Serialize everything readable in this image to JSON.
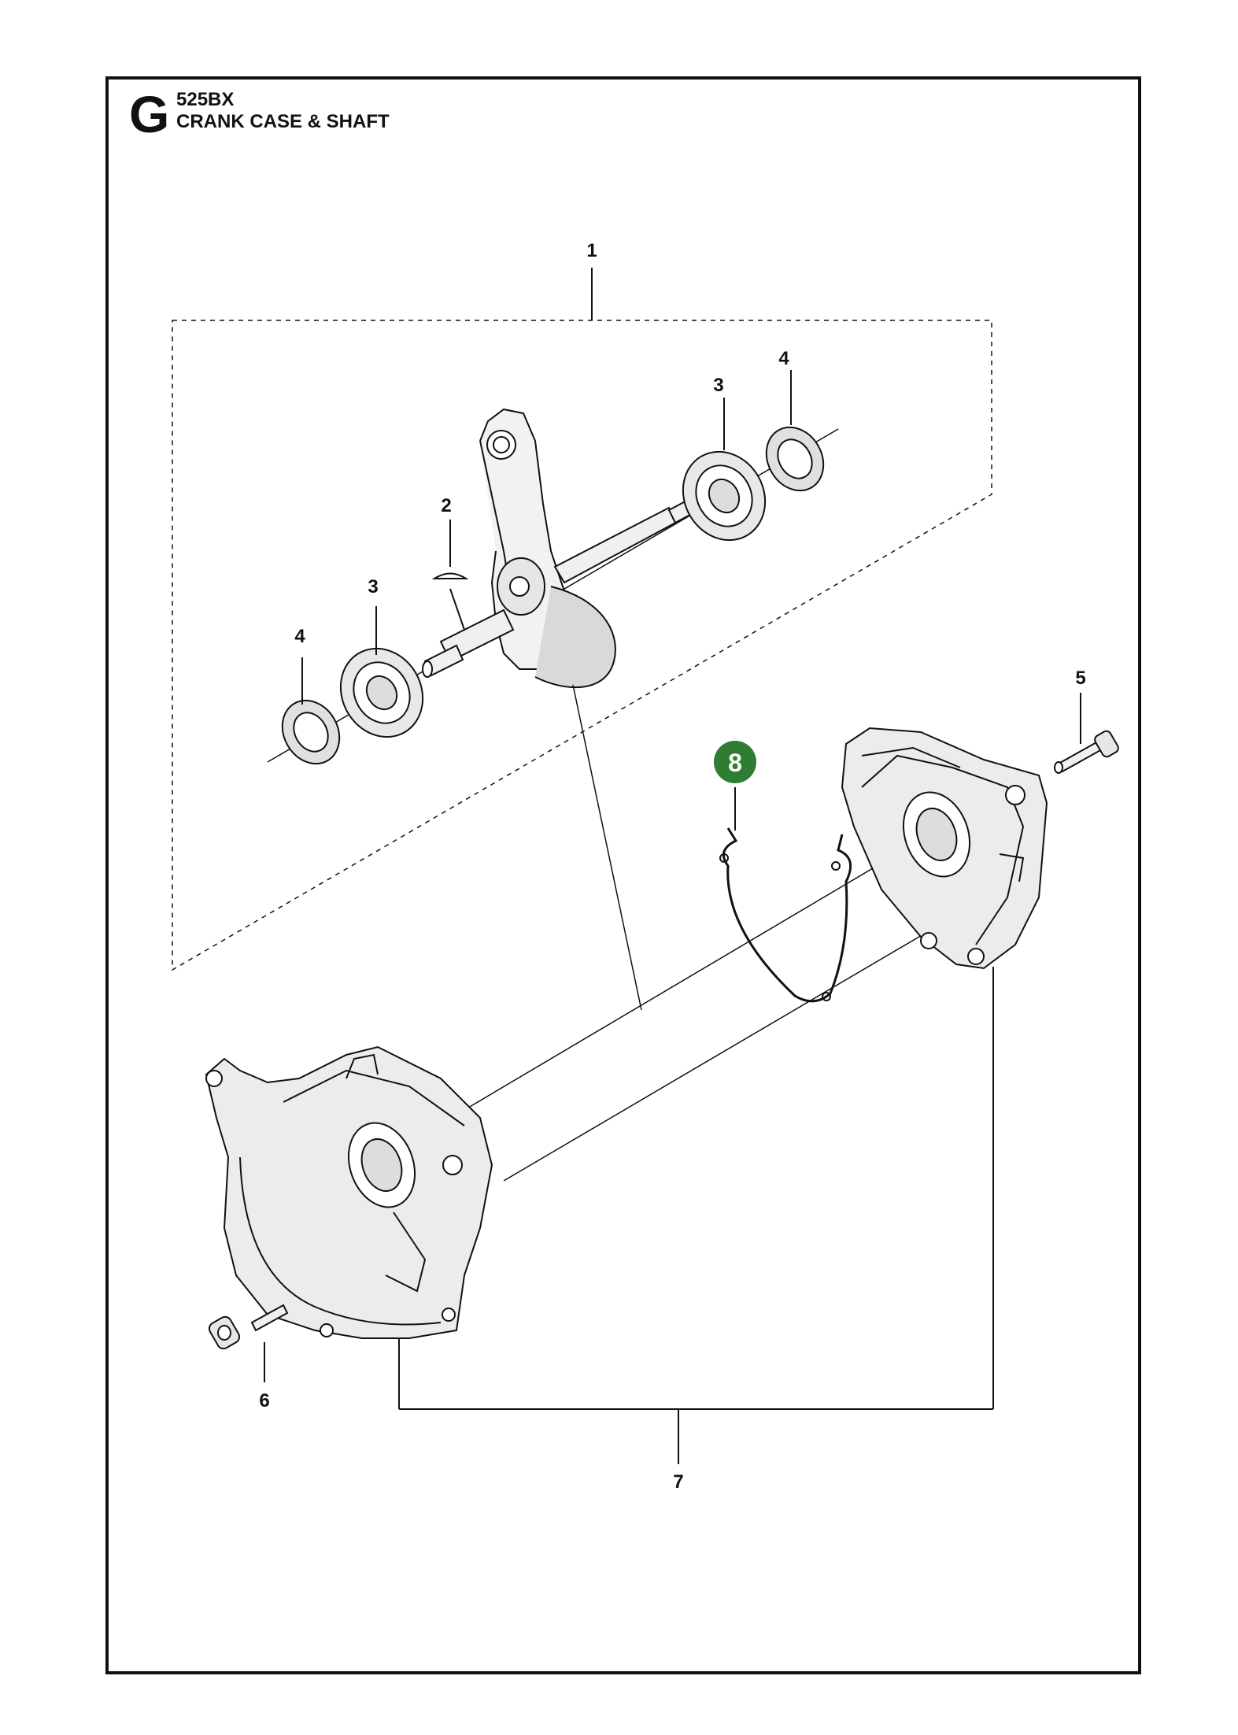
{
  "header": {
    "section_letter": "G",
    "model": "525BX",
    "title": "CRANK CASE & SHAFT"
  },
  "callouts": {
    "c1": "1",
    "c2": "2",
    "c3a": "3",
    "c3b": "3",
    "c4a": "4",
    "c4b": "4",
    "c5": "5",
    "c6": "6",
    "c7": "7",
    "c8": "8"
  },
  "colors": {
    "highlight": "#2e7d32",
    "line": "#111111"
  }
}
